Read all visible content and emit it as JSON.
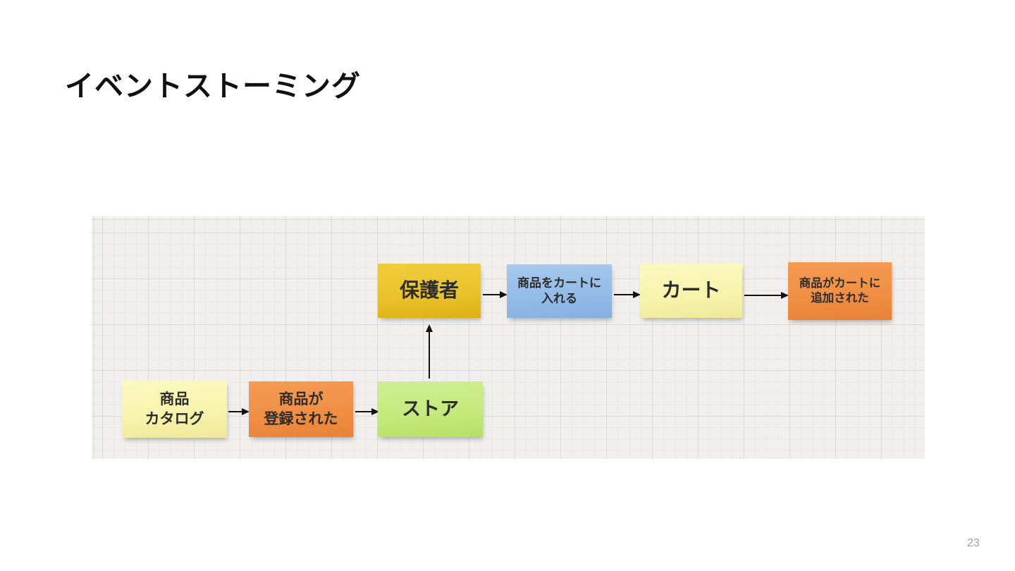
{
  "slide": {
    "title": "イベントストーミング",
    "page_number": "23"
  },
  "board": {
    "notes": [
      {
        "name": "product-catalog",
        "lines": [
          "商品",
          "カタログ"
        ],
        "color": "#F8F4AE"
      },
      {
        "name": "product-registered",
        "lines": [
          "商品が",
          "登録された"
        ],
        "color": "#F08F44"
      },
      {
        "name": "store",
        "lines": [
          "ストア"
        ],
        "color": "#C5EA7D"
      },
      {
        "name": "guardian",
        "lines": [
          "保護者"
        ],
        "color": "#EAC32C"
      },
      {
        "name": "add-product-to-cart",
        "lines": [
          "商品をカートに",
          "入れる"
        ],
        "color": "#93BCE7"
      },
      {
        "name": "cart",
        "lines": [
          "カート"
        ],
        "color": "#F8F4AE"
      },
      {
        "name": "product-added-to-cart",
        "lines": [
          "商品がカートに",
          "追加された"
        ],
        "color": "#F08F44"
      }
    ],
    "arrows": [
      {
        "from": "product-catalog",
        "to": "product-registered",
        "direction": "right"
      },
      {
        "from": "product-registered",
        "to": "store",
        "direction": "right"
      },
      {
        "from": "store",
        "to": "guardian",
        "direction": "up"
      },
      {
        "from": "guardian",
        "to": "add-product-to-cart",
        "direction": "right"
      },
      {
        "from": "add-product-to-cart",
        "to": "cart",
        "direction": "right"
      },
      {
        "from": "cart",
        "to": "product-added-to-cart",
        "direction": "right"
      }
    ],
    "grid_color": "#F0EFEE",
    "arrow_color": "#111111"
  }
}
